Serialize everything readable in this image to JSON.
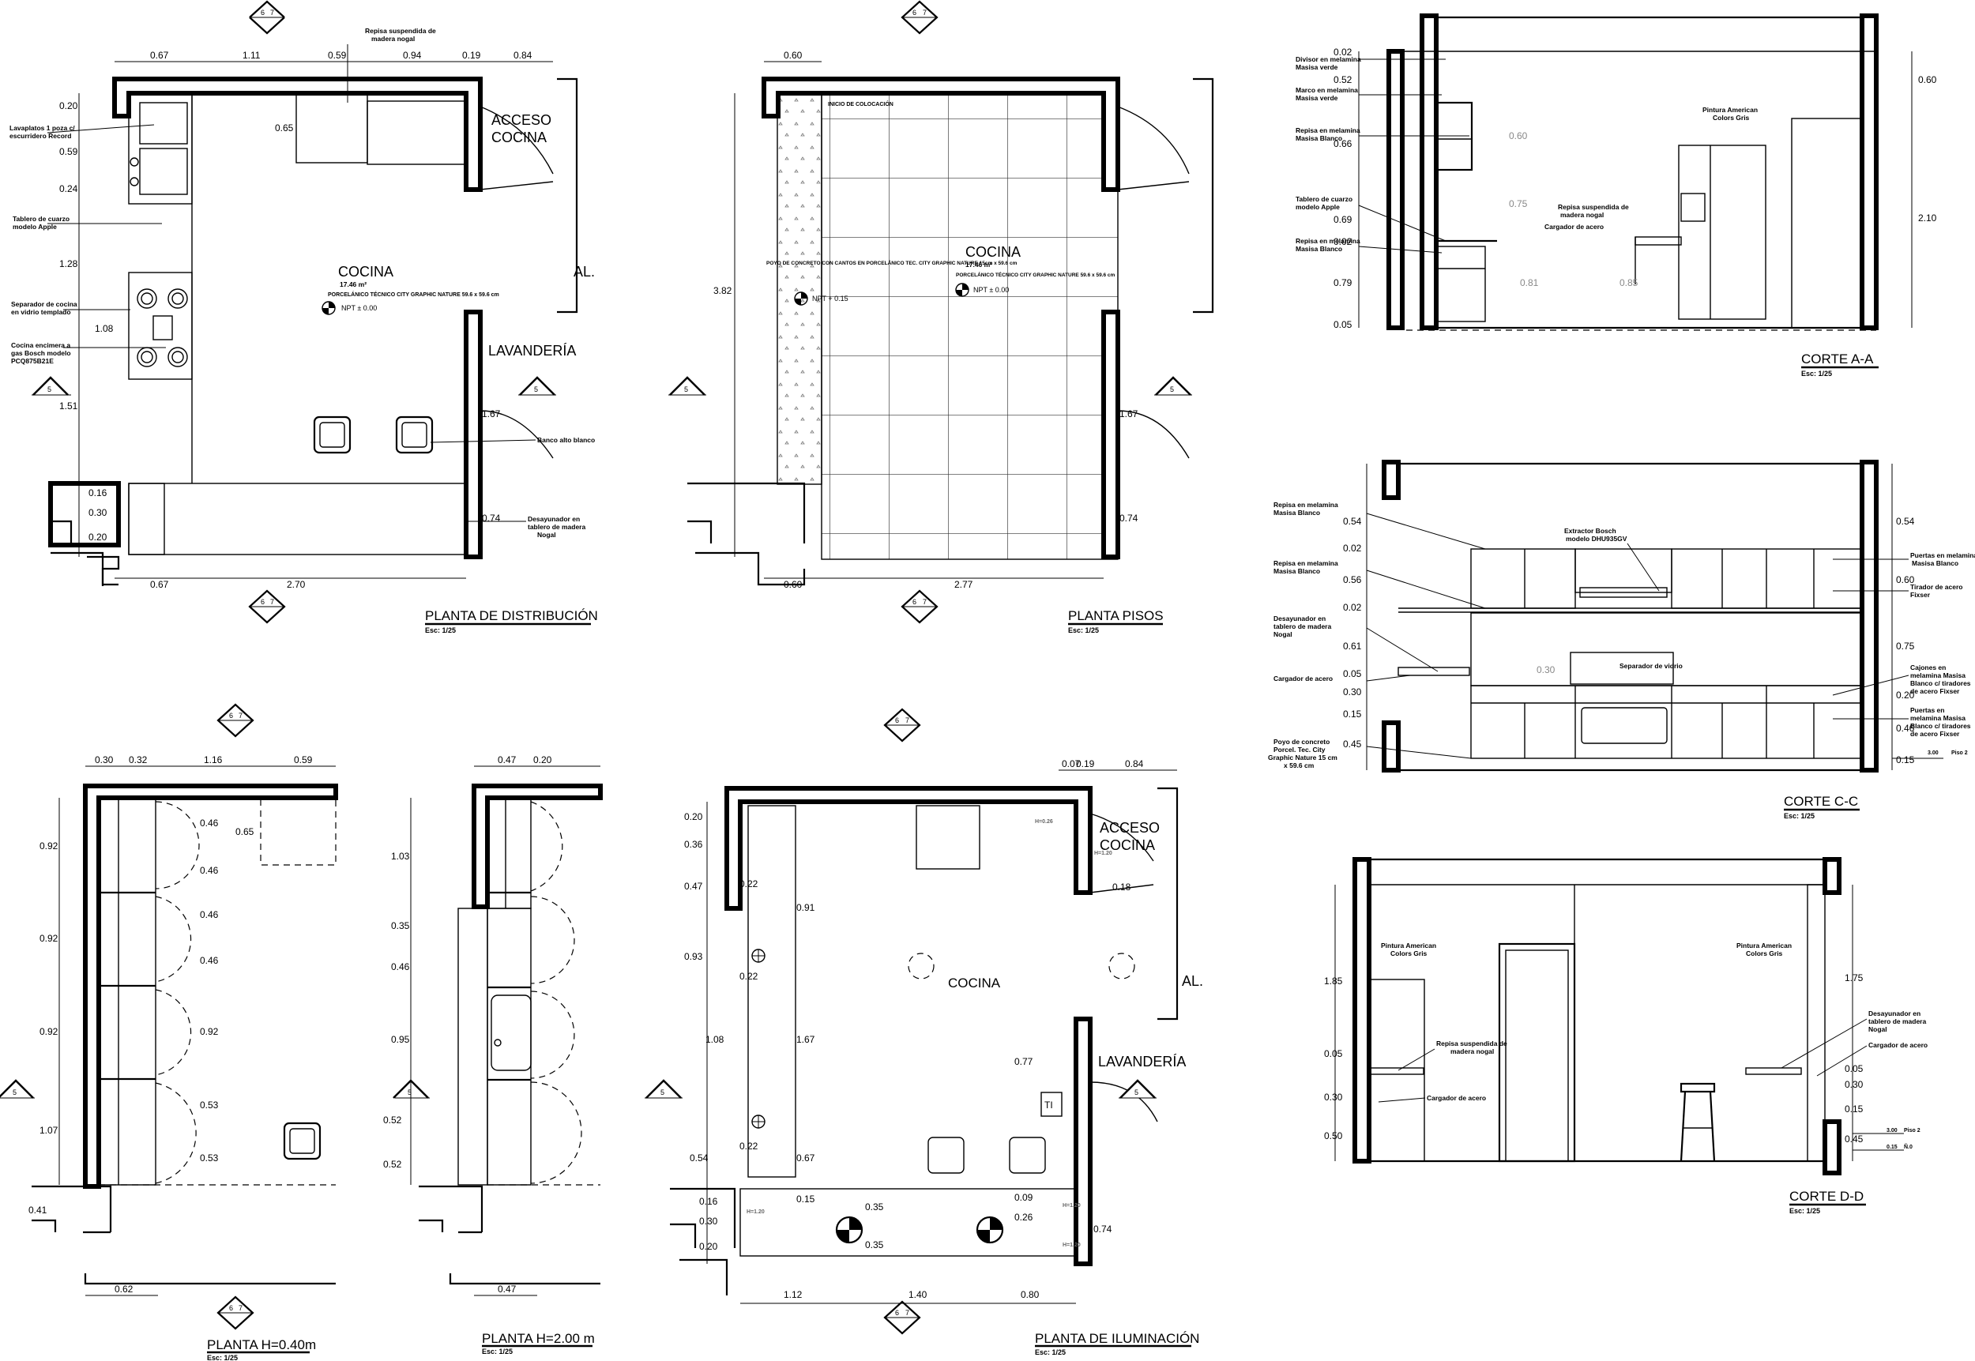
{
  "sheet": {
    "section_markers": [
      "6",
      "7",
      "5",
      "5"
    ],
    "plans": {
      "distribucion": {
        "title": "PLANTA DE DISTRIBUCIÓN",
        "scale": "Esc: 1/25",
        "room_name": "COCINA",
        "room_area": "17.46 m²",
        "floor_note": "PORCELÁNICO TÉCNICO CITY GRAPHIC NATURE 59.6 x 59.6 cm",
        "level": "NPT ± 0.00",
        "access_label_1": "ACCESO",
        "access_label_2": "COCINA",
        "al_label": "AL.",
        "laundry_label": "LAVANDERÍA",
        "labels": [
          "Repisa suspendida de",
          "madera nogal",
          "Lavaplatos 1 poza c/",
          "escurridero Record",
          "Tablero de cuarzo",
          "modelo Apple",
          "Separador de cocina",
          "en vidrio templado",
          "Cocina encimera a",
          "gas Bosch modelo",
          "PCQ875B21E",
          "Banco alto blanco",
          "Desayunador en",
          "tablero de madera",
          "Nogal"
        ],
        "dims": [
          "0.67",
          "1.11",
          "0.59",
          "0.94",
          "0.19",
          "0.84",
          "0.20",
          "0.65",
          "0.59",
          "0.24",
          "1.28",
          "1.08",
          "1.51",
          "1.67",
          "0.16",
          "0.30",
          "0.20",
          "0.74",
          "0.67",
          "2.70"
        ]
      },
      "pisos": {
        "title": "PLANTA PISOS",
        "scale": "Esc: 1/25",
        "room_name": "COCINA",
        "room_area": "17.46 m²",
        "floor_note": "PORCELÁNICO TÉCNICO CITY GRAPHIC NATURE 59.6 x 59.6 cm",
        "level": "NPT ± 0.00",
        "start_note": "INICIO DE COLOCACIÓN",
        "counter_note": "POYO DE CONCRETO CON CANTOS EN PORCELÁNICO TEC. CITY GRAPHIC NATURE 15cm x 59.6 cm",
        "counter_level": "NPT + 0.15",
        "dims": [
          "0.60",
          "3.82",
          "1.67",
          "0.74",
          "0.60",
          "2.77"
        ]
      },
      "h040": {
        "title": "PLANTA H=0.40m",
        "scale": "Esc: 1/25",
        "dims": [
          "0.30",
          "0.32",
          "1.16",
          "0.59",
          "0.92",
          "0.92",
          "0.92",
          "1.07",
          "0.46",
          "0.46",
          "0.46",
          "0.46",
          "0.65",
          "0.92",
          "0.53",
          "0.53",
          "0.41",
          "0.62"
        ]
      },
      "h200": {
        "title": "PLANTA H=2.00 m",
        "scale": "Esc: 1/25",
        "dims": [
          "0.47",
          "0.20",
          "1.03",
          "0.35",
          "0.46",
          "0.95",
          "0.52",
          "0.52",
          "0.47"
        ]
      },
      "iluminacion": {
        "title": "PLANTA DE ILUMINACIÓN",
        "scale": "Esc: 1/25",
        "room_name": "COCINA",
        "access_label_1": "ACCESO",
        "access_label_2": "COCINA",
        "al_label": "AL.",
        "laundry_label": "LAVANDERÍA",
        "ti_label": "TI",
        "dims": [
          "0.07",
          "0.19",
          "0.84",
          "0.20",
          "0.36",
          "0.47",
          "0.22",
          "0.91",
          "0.18",
          "0.93",
          "0.22",
          "1.08",
          "1.67",
          "0.77",
          "0.22",
          "0.54",
          "0.67",
          "0.16",
          "0.30",
          "0.20",
          "0.15",
          "0.35",
          "0.35",
          "0.09",
          "0.26",
          "0.74",
          "1.12",
          "1.40",
          "0.80"
        ],
        "heights": [
          "H=0.26",
          "H=1.20",
          "H=1.20",
          "H=1.20",
          "H=1.20"
        ]
      }
    },
    "sections": {
      "aa": {
        "title": "CORTE A-A",
        "scale": "Esc: 1/25",
        "labels": [
          "Divisor en melamina",
          "Masisa verde",
          "Marco en melamina",
          "Masisa verde",
          "Repisa en melamina",
          "Masisa Blanco",
          "Tablero de cuarzo",
          "modelo Apple",
          "Repisa en melamina",
          "Masisa Blanco",
          "Pintura American",
          "Colors Gris",
          "Repisa suspendida de",
          "madera nogal",
          "Cargador de acero"
        ],
        "dims": [
          "0.02",
          "0.52",
          "0.66",
          "0.69",
          "0.02",
          "0.79",
          "0.05",
          "0.60",
          "2.10"
        ],
        "grey_dims": [
          "0.60",
          "0.75",
          "0.81",
          "0.85"
        ]
      },
      "cc": {
        "title": "CORTE C-C",
        "scale": "Esc: 1/25",
        "labels": [
          "Repisa en melamina",
          "Masisa Blanco",
          "Repisa en melamina",
          "Masisa Blanco",
          "Desayunador en",
          "tablero de madera",
          "Nogal",
          "Cargador de acero",
          "Poyo de concreto",
          "Porcel. Tec. City",
          "Graphic Nature 15 cm",
          "x 59.6 cm",
          "Extractor Bosch",
          "modelo DHU935GV",
          "Separador de vidrio",
          "Puertas en melamina",
          "Masisa Blanco",
          "Tirador de acero",
          "Fixser",
          "Cajones en",
          "melamina Masisa",
          "Blanco c/ tiradores",
          "de acero Fixser",
          "Puertas en",
          "melamina Masisa",
          "Blanco c/ tiradores",
          "de acero Fixser"
        ],
        "dims": [
          "0.54",
          "0.02",
          "0.56",
          "0.02",
          "0.61",
          "0.05",
          "0.30",
          "0.15",
          "0.45",
          "0.54",
          "0.60",
          "0.75",
          "0.20",
          "0.46",
          "0.15"
        ],
        "grey_dims": [
          "0.30"
        ],
        "level_tag": "Piso 2",
        "level_value": "3.00"
      },
      "dd": {
        "title": "CORTE D-D",
        "scale": "Esc: 1/25",
        "labels": [
          "Pintura American",
          "Colors Gris",
          "Pintura American",
          "Colors Gris",
          "Repisa suspendida de",
          "madera nogal",
          "Cargador de acero",
          "Desayunador en",
          "tablero de madera",
          "Nogal",
          "Cargador de acero"
        ],
        "dims": [
          "1.85",
          "0.05",
          "0.30",
          "0.50",
          "1.75",
          "0.05",
          "0.30",
          "0.15",
          "0.45"
        ],
        "level_tags": [
          "Piso 2",
          "Ñ.0"
        ],
        "level_values": [
          "3.00",
          "0.15"
        ]
      }
    }
  }
}
